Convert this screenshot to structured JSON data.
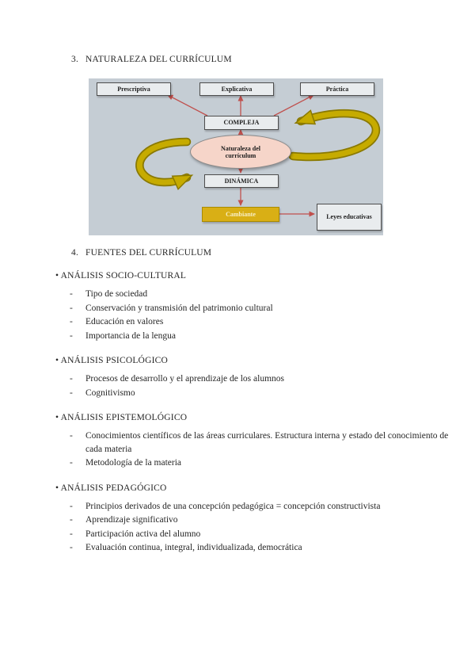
{
  "headings": {
    "h3": {
      "number": "3.",
      "text": "NATURALEZA DEL CURRÍCULUM"
    },
    "h4": {
      "number": "4.",
      "text": "FUENTES DEL CURRÍCULUM"
    }
  },
  "diagram": {
    "prescriptiva": "Prescriptiva",
    "explicativa": "Explicativa",
    "practica": "Práctica",
    "compleja": "COMPLEJA",
    "naturaleza": "Naturaleza del currículum",
    "dinamica": "DINÁMICA",
    "cambiante": "Cambiante",
    "leyes": "Leyes educativas",
    "colors": {
      "background": "#c5cdd4",
      "box_fill": "#e9ecee",
      "ellipse_fill": "#f6d5c9",
      "cambiante_fill": "#d9af15",
      "arrow_gold": "#c6ab00",
      "connector_red": "#c0504d"
    }
  },
  "sections": [
    {
      "title": "ANÁLISIS SOCIO-CULTURAL",
      "items": [
        "Tipo de sociedad",
        "Conservación y transmisión del patrimonio cultural",
        "Educación en valores",
        "Importancia de la lengua"
      ]
    },
    {
      "title": "ANÁLISIS PSICOLÓGICO",
      "items": [
        "Procesos de desarrollo y el aprendizaje de los alumnos",
        "Cognitivismo"
      ]
    },
    {
      "title": "ANÁLISIS EPISTEMOLÓGICO",
      "items": [
        "Conocimientos científicos de las áreas curriculares. Estructura interna y estado del conocimiento de cada materia",
        "Metodología de la materia"
      ]
    },
    {
      "title": "ANÁLISIS PEDAGÓGICO",
      "items": [
        "Principios derivados de una concepción pedagógica = concepción constructivista",
        "Aprendizaje significativo",
        "Participación activa del alumno",
        "Evaluación continua, integral, individualizada, democrática"
      ]
    }
  ]
}
